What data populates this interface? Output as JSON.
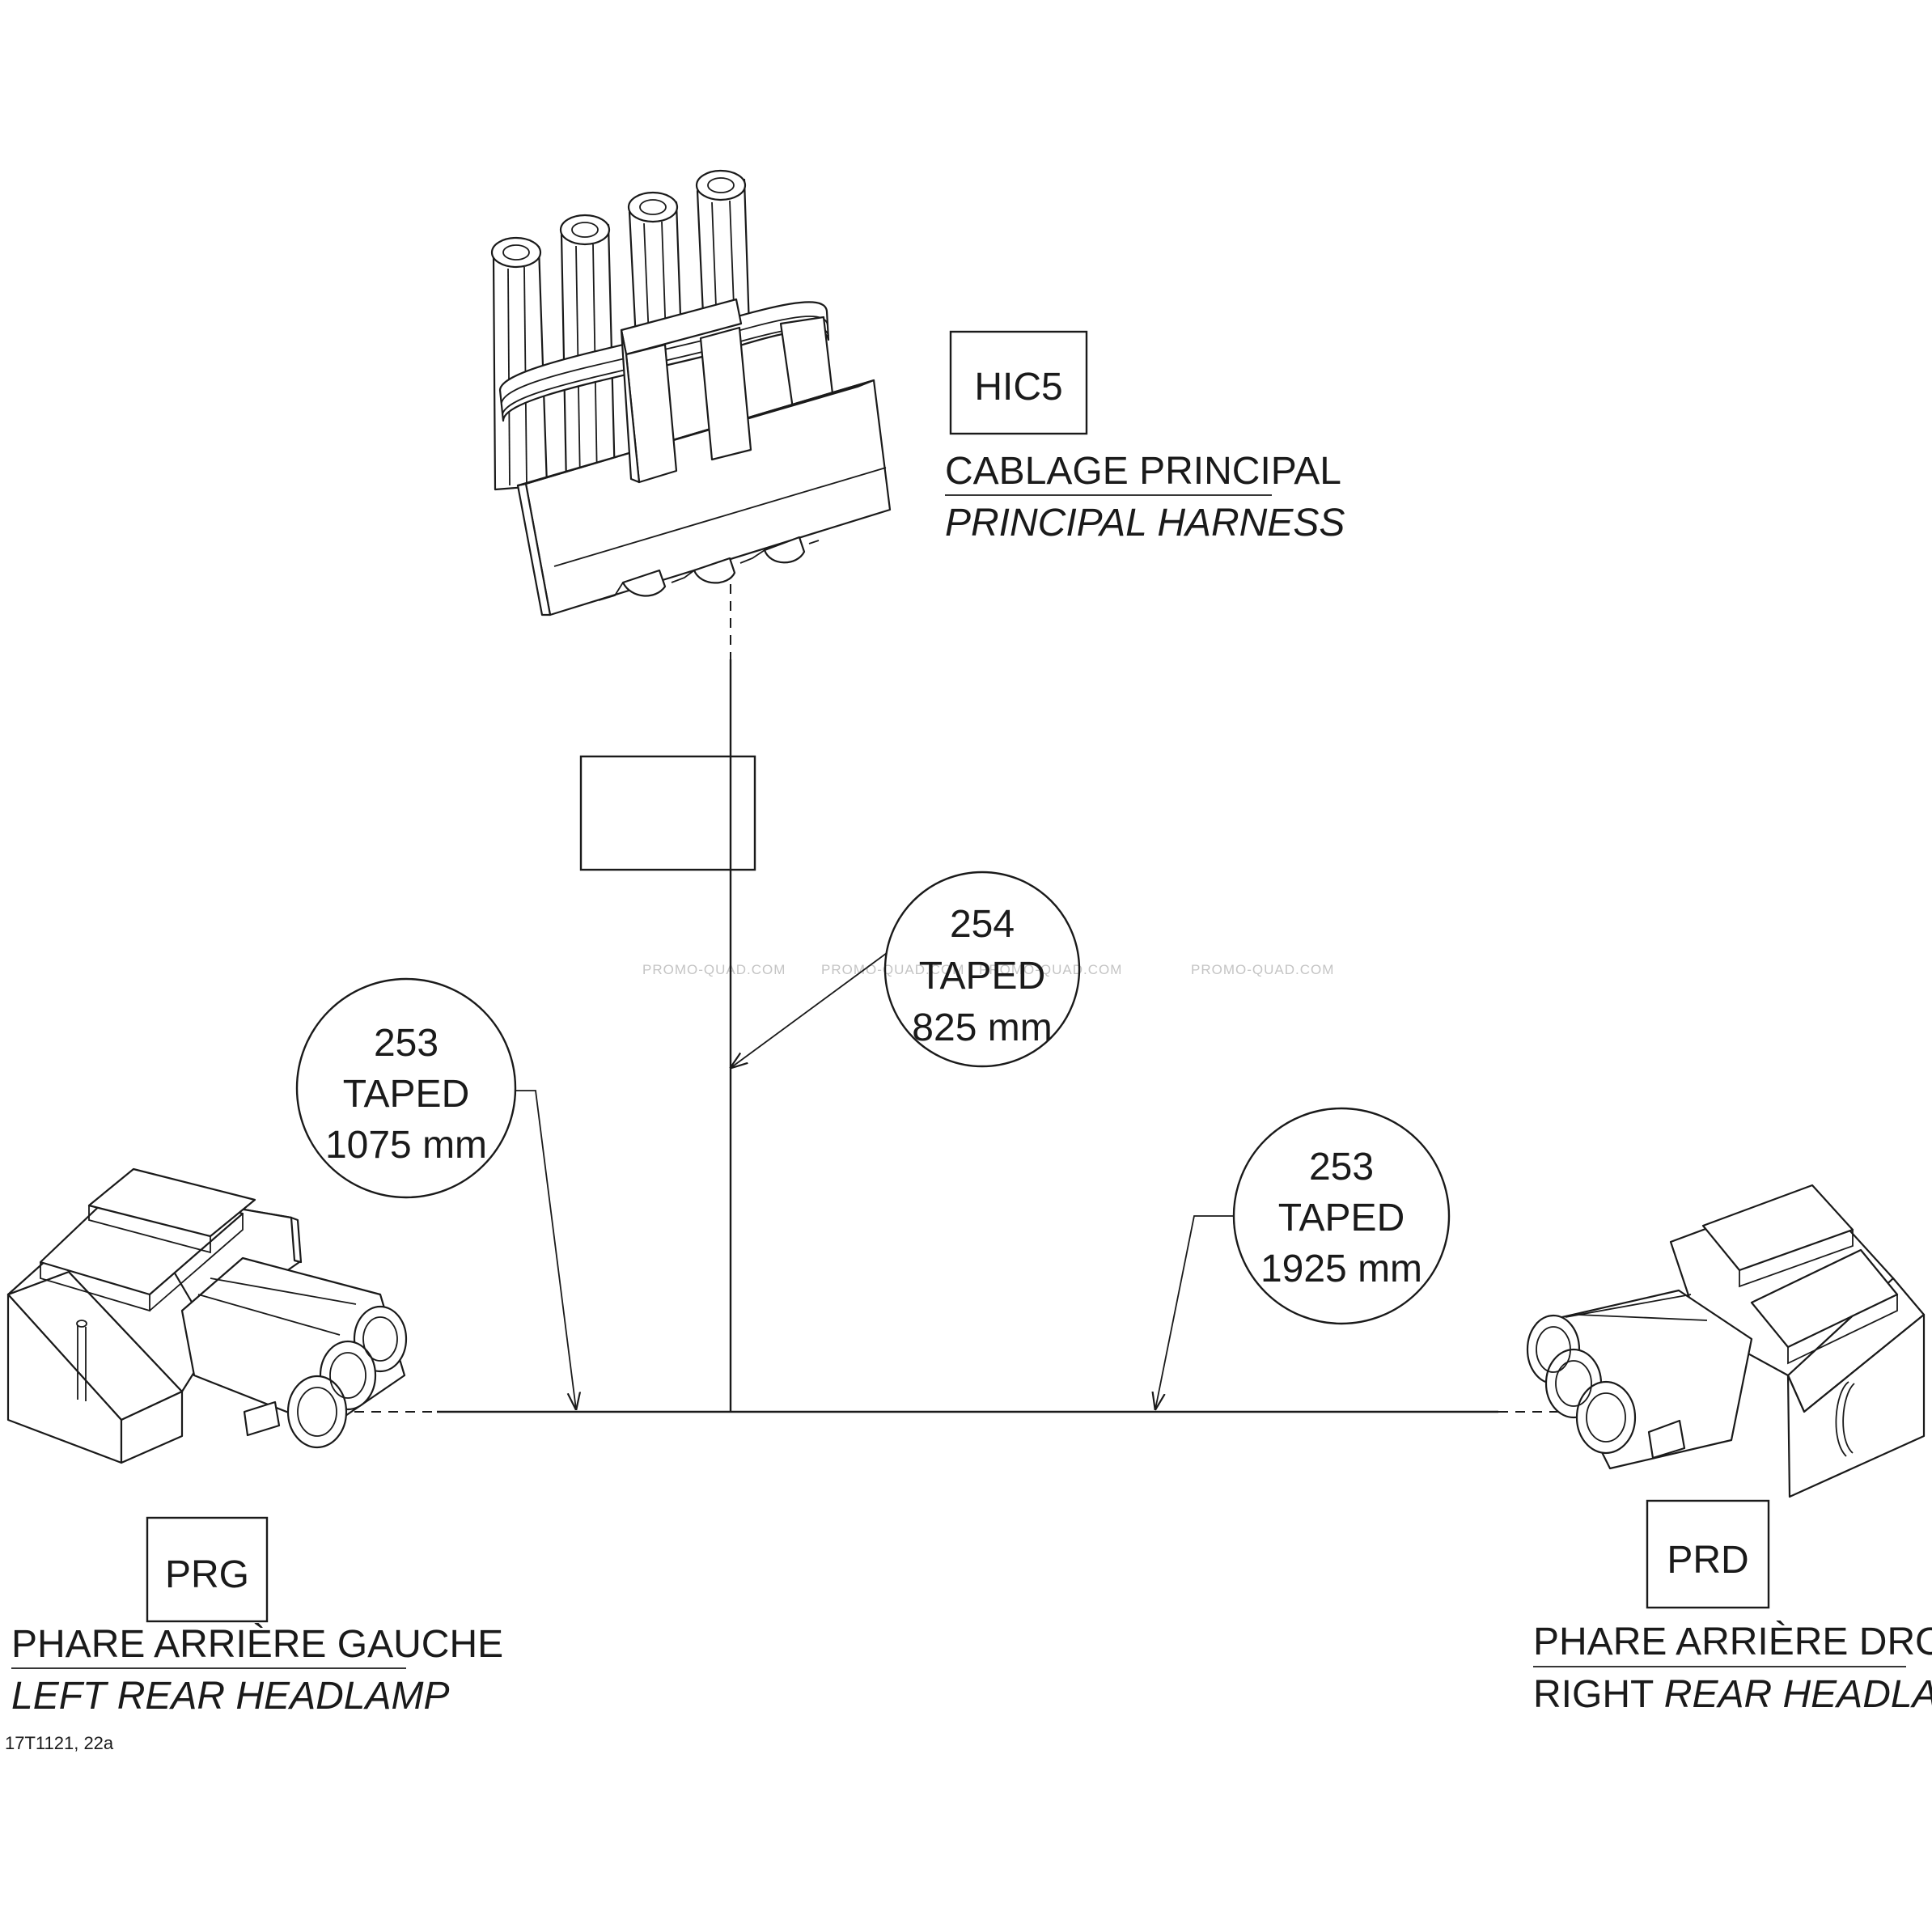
{
  "watermarks": [
    "PROMO-QUAD.COM",
    "PROMO-QUAD.COM",
    "PROMO-QUAD.COM",
    "PROMO-QUAD.COM"
  ],
  "connectors": {
    "top": {
      "code": "HIC5",
      "name_fr": "CABLAGE PRINCIPAL",
      "name_en": "PRINCIPAL HARNESS"
    },
    "left": {
      "code": "PRG",
      "name_fr": "PHARE ARRIÈRE GAUCHE",
      "name_en": "LEFT REAR HEADLAMP"
    },
    "right": {
      "code": "PRD",
      "name_fr": "PHARE ARRIÈRE DROIT",
      "name_en_plain": "RIGHT ",
      "name_en_italic": "REAR HEADLAMP"
    }
  },
  "callouts": [
    {
      "wire": "254",
      "note": "TAPED",
      "length": "825 mm"
    },
    {
      "wire": "253",
      "note": "TAPED",
      "length": "1075 mm"
    },
    {
      "wire": "253",
      "note": "TAPED",
      "length": "1925 mm"
    }
  ],
  "figure_ref": "17T1121, 22a"
}
